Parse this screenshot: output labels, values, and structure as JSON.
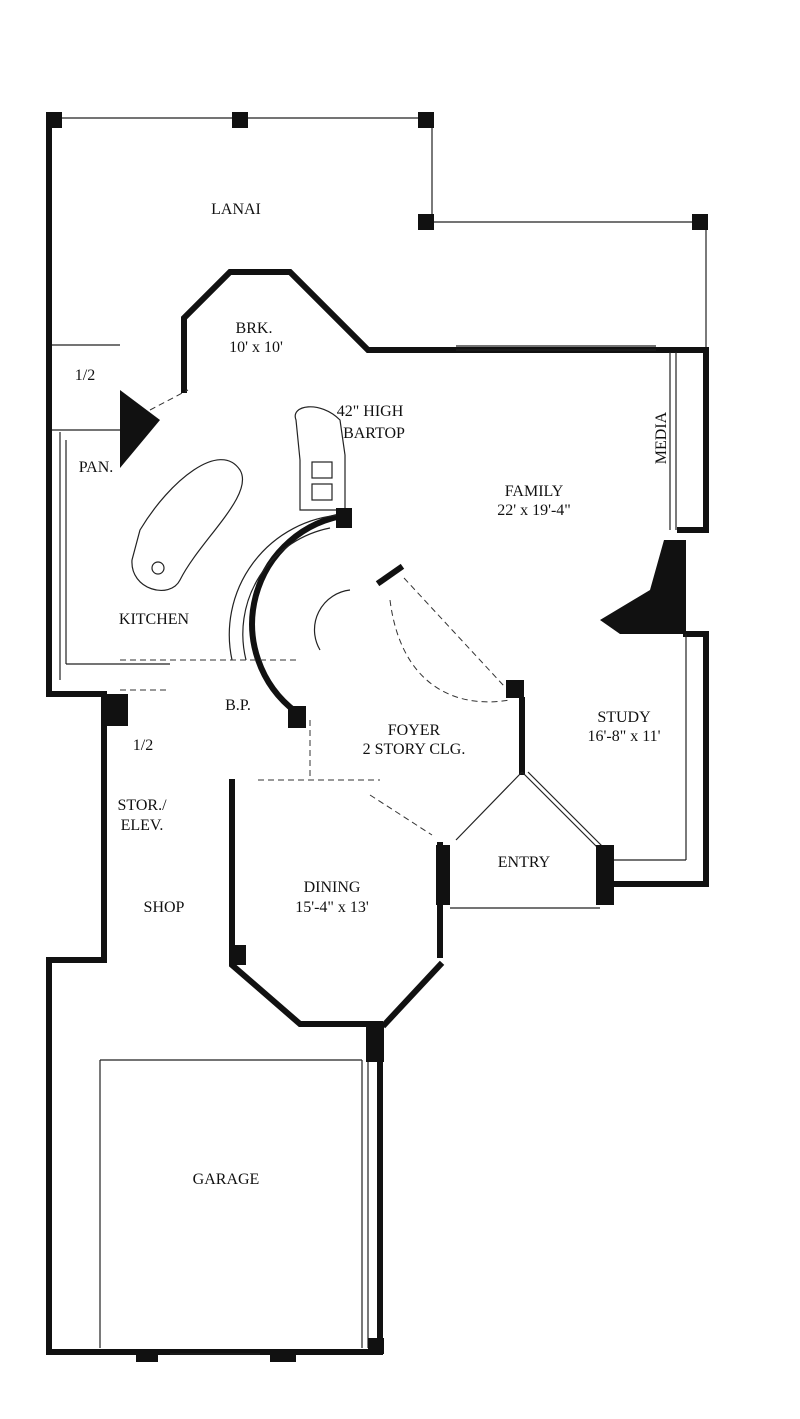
{
  "rooms": {
    "lanai": "LANAI",
    "brk_name": "BRK.",
    "brk_dim": "10' x 10'",
    "half_bath_top": "1/2",
    "pan": "PAN.",
    "bartop_line1": "42\" HIGH",
    "bartop_line2": "BARTOP",
    "family_name": "FAMILY",
    "family_dim": "22' x 19'-4\"",
    "media": "MEDIA",
    "kitchen": "KITCHEN",
    "bp": "B.P.",
    "half_bath_bottom": "1/2",
    "foyer_name": "FOYER",
    "foyer_dim": "2 STORY CLG.",
    "study_name": "STUDY",
    "study_dim": "16'-8\" x 11'",
    "stor_line1": "STOR./",
    "stor_line2": "ELEV.",
    "entry": "ENTRY",
    "dining_name": "DINING",
    "dining_dim": "15'-4\" x 13'",
    "shop": "SHOP",
    "garage": "GARAGE"
  }
}
